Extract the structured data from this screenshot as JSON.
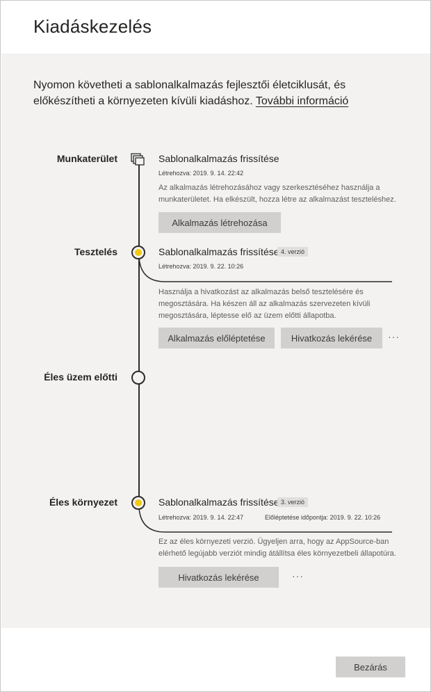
{
  "dialog": {
    "title": "Kiadáskezelés",
    "intro_text": "Nyomon követheti a sablonalkalmazás fejlesztői életciklusát, és előkészítheti a környezeten kívüli kiadáshoz.",
    "intro_link": "További információ",
    "close_label": "Bezárás"
  },
  "stages": {
    "workspace": {
      "label": "Munkaterület",
      "icon": "workspace-icon",
      "app_name": "Sablonalkalmazás frissítése",
      "created": "Létrehozva: 2019. 9. 14. 22:42",
      "description": "Az alkalmazás létrehozásához vagy szerkesztéséhez használja a munkaterületet. Ha elkészült, hozza létre az alkalmazást teszteléshez.",
      "button": "Alkalmazás létrehozása"
    },
    "test": {
      "label": "Tesztelés",
      "app_name": "Sablonalkalmazás frissítése",
      "version": "4. verzió",
      "created": "Létrehozva: 2019. 9. 22. 10:26",
      "description": "Használja a hivatkozást az alkalmazás belső tesztelésére és megosztására. Ha készen áll az alkalmazás szervezeten kívüli megosztására, léptesse elő az üzem előtti állapotba.",
      "promote_button": "Alkalmazás előléptetése",
      "link_button": "Hivatkozás lekérése",
      "more": "···"
    },
    "preprod": {
      "label": "Éles üzem előtti"
    },
    "prod": {
      "label": "Éles környezet",
      "app_name": "Sablonalkalmazás frissítése",
      "version": "3. verzió",
      "created": "Létrehozva: 2019. 9. 14. 22:47",
      "promoted": "Előléptetése időpontja: 2019. 9. 22. 10:26",
      "description": "Ez az éles környezeti verzió. Ügyeljen arra, hogy az AppSource-ban elérhető legújabb verziót mindig átállítsa éles környezetbeli állapotúra.",
      "link_button": "Hivatkozás lekérése",
      "more": "···"
    }
  },
  "colors": {
    "active_node": "#f2c811",
    "panel_bg": "#f3f2f1",
    "button_bg": "#d2d0ce"
  }
}
